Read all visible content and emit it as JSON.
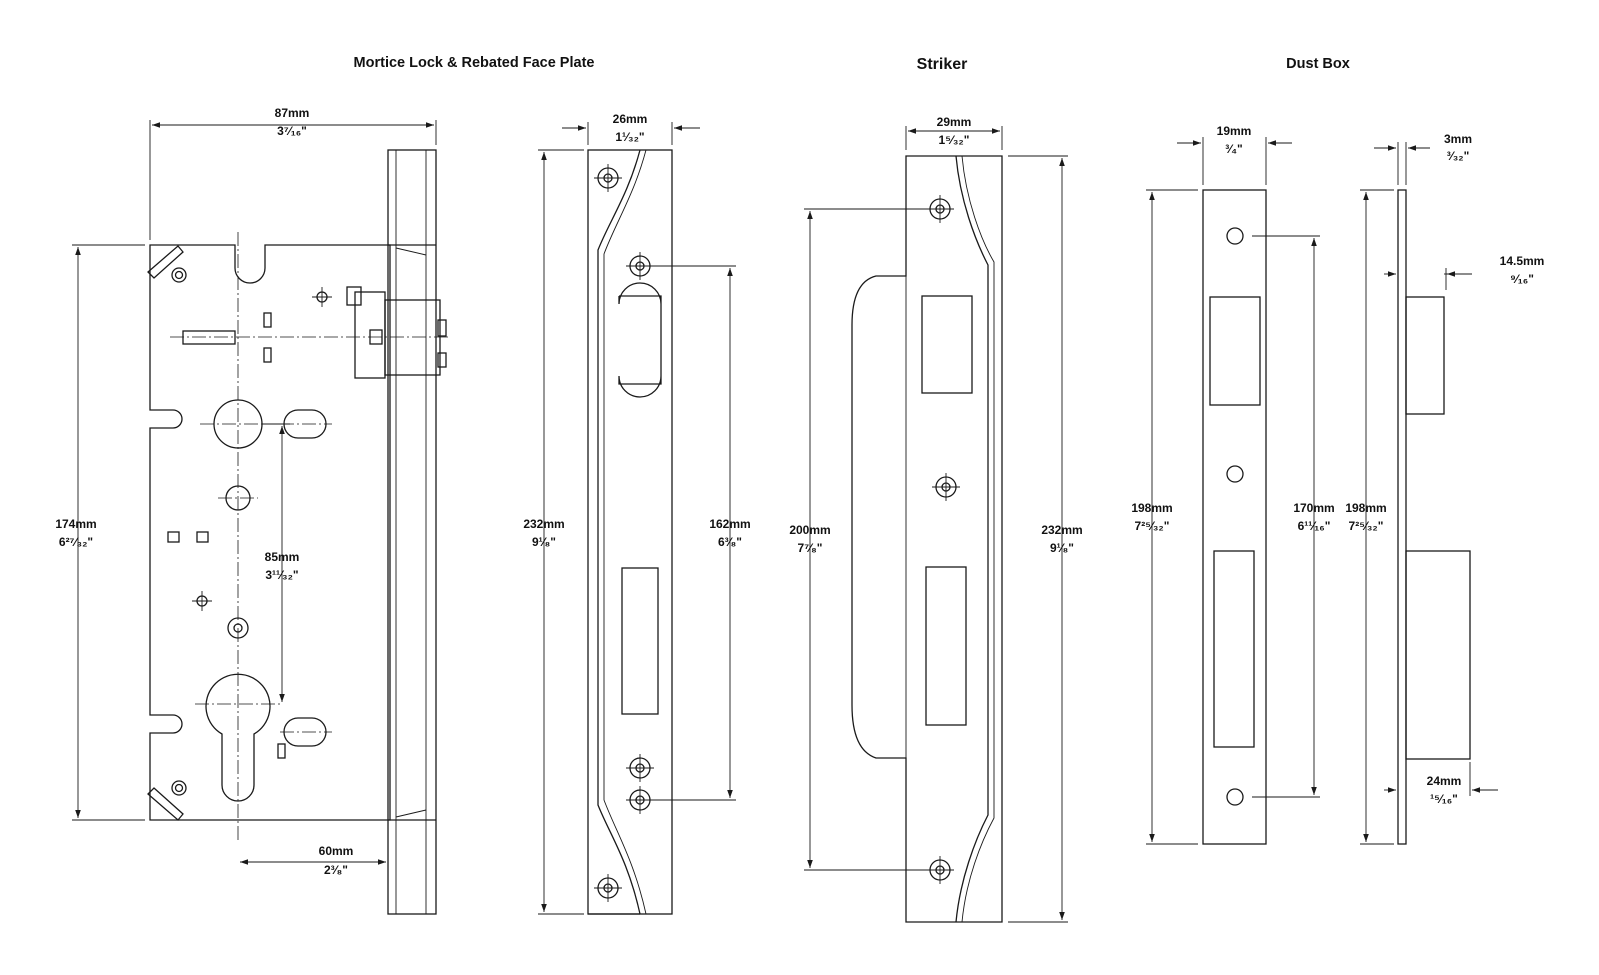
{
  "titles": {
    "lock": "Mortice Lock & Rebated Face Plate",
    "striker": "Striker",
    "dustbox": "Dust Box"
  },
  "dims": {
    "lock_width": {
      "mm": "87mm",
      "inch": "3⁷⁄₁₆\""
    },
    "lock_height": {
      "mm": "174mm",
      "inch": "6²⁷⁄₃₂\""
    },
    "lock_centres": {
      "mm": "85mm",
      "inch": "3¹¹⁄₃₂\""
    },
    "lock_backset": {
      "mm": "60mm",
      "inch": "2³⁄₈\""
    },
    "face_width": {
      "mm": "26mm",
      "inch": "1¹⁄₃₂\""
    },
    "face_height": {
      "mm": "232mm",
      "inch": "9¹⁄₈\""
    },
    "face_fixings": {
      "mm": "162mm",
      "inch": "6³⁄₈\""
    },
    "striker_width": {
      "mm": "29mm",
      "inch": "1⁵⁄₃₂\""
    },
    "striker_fixings": {
      "mm": "200mm",
      "inch": "7⁷⁄₈\""
    },
    "striker_height": {
      "mm": "232mm",
      "inch": "9¹⁄₈\""
    },
    "dust_width": {
      "mm": "19mm",
      "inch": "³⁄₄\""
    },
    "dust_height": {
      "mm": "198mm",
      "inch": "7²⁵⁄₃₂\""
    },
    "dust_fixings": {
      "mm": "170mm",
      "inch": "6¹¹⁄₁₆\""
    },
    "dust_thick": {
      "mm": "3mm",
      "inch": "³⁄₃₂\""
    },
    "dust_side_height": {
      "mm": "198mm",
      "inch": "7²⁵⁄₃₂\""
    },
    "dust_depth_top": {
      "mm": "14.5mm",
      "inch": "⁹⁄₁₆\""
    },
    "dust_depth_bottom": {
      "mm": "24mm",
      "inch": "¹⁵⁄₁₆\""
    }
  }
}
